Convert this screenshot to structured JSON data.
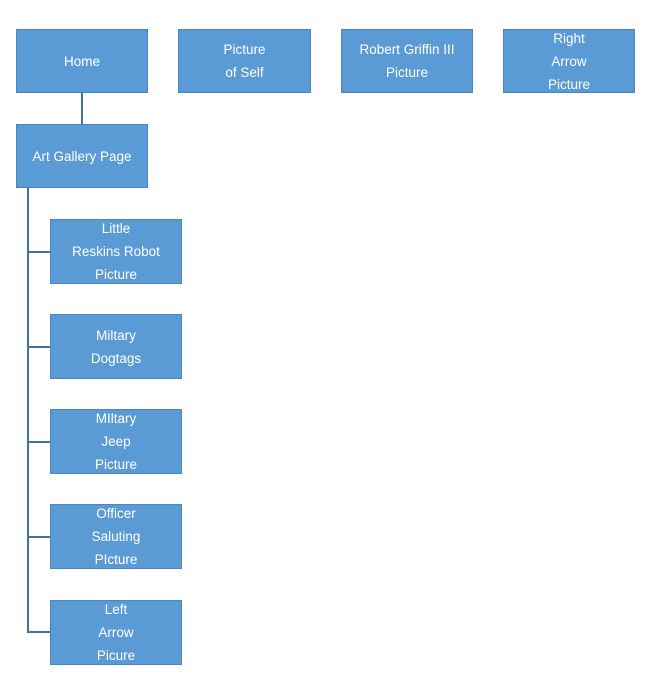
{
  "top_row": {
    "home": "Home",
    "picture_of_self": "Picture\nof Self",
    "robert_griffin": "Robert Griffin III\nPicture",
    "right_arrow": "Right\nArrow\nPicture"
  },
  "gallery": {
    "title": "Art Gallery Page",
    "children": [
      "Little\nReskins Robot\nPicture",
      "Miltary\nDogtags",
      "MIltary\nJeep\nPicture",
      "Officer\nSaluting\nPIcture",
      "Left\nArrow\nPicure"
    ]
  },
  "colors": {
    "node_fill": "#5b9bd5",
    "node_border": "#4a86c0",
    "connector": "#41719c",
    "text": "#ffffff"
  }
}
